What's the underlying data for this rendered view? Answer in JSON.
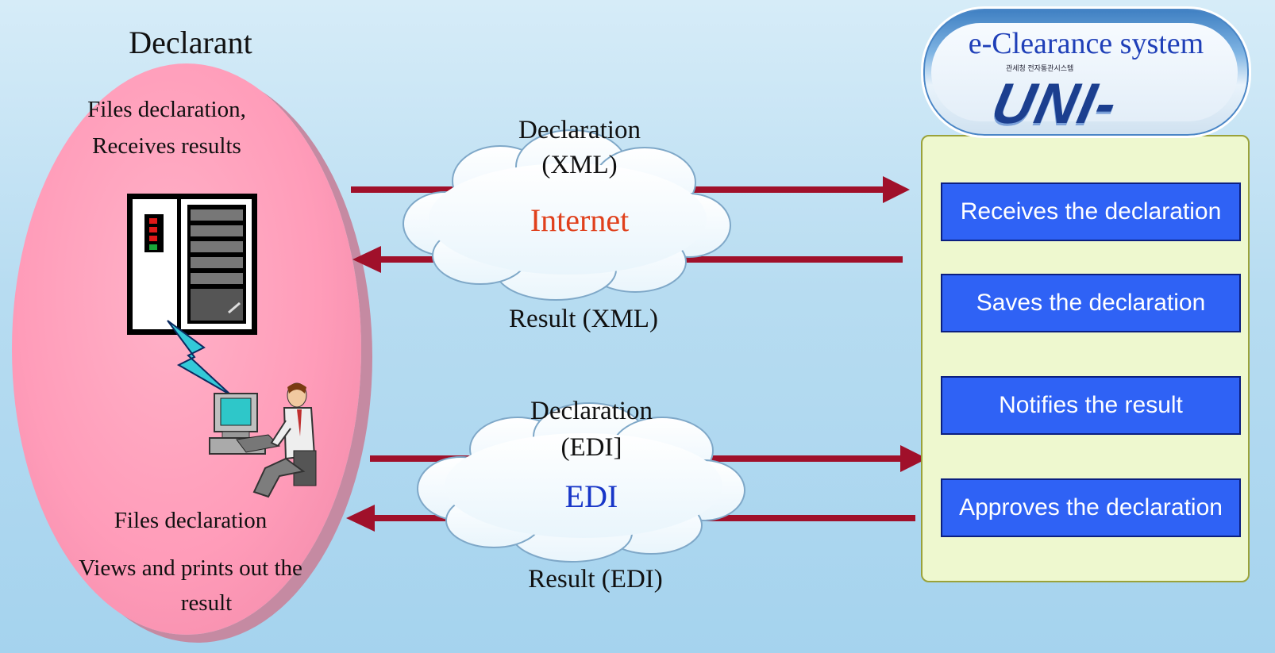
{
  "declarant": {
    "title": "Declarant",
    "top_line1": "Files declaration,",
    "top_line2": "Receives results",
    "bottom_line1": "Files declaration",
    "bottom_line2": "Views and prints out the",
    "bottom_line3": "result"
  },
  "internet_channel": {
    "top_label_line1": "Declaration",
    "top_label_line2": "(XML)",
    "cloud_label": "Internet",
    "bottom_label": "Result (XML)"
  },
  "edi_channel": {
    "top_label_line1": "Declaration",
    "top_label_line2": "(EDI]",
    "cloud_label": "EDI",
    "bottom_label": "Result (EDI)"
  },
  "system": {
    "title": "e-Clearance system",
    "logo_small": "관세청 전자통관시스템",
    "logo": "UNI-PASS",
    "steps": [
      "Receives the declaration",
      "Saves the declaration",
      "Notifies the result",
      "Approves the declaration"
    ]
  },
  "colors": {
    "arrow": "#a0102a",
    "internet_label": "#e0401c",
    "edi_label": "#1836c8",
    "step_fill": "#2f62f5"
  }
}
